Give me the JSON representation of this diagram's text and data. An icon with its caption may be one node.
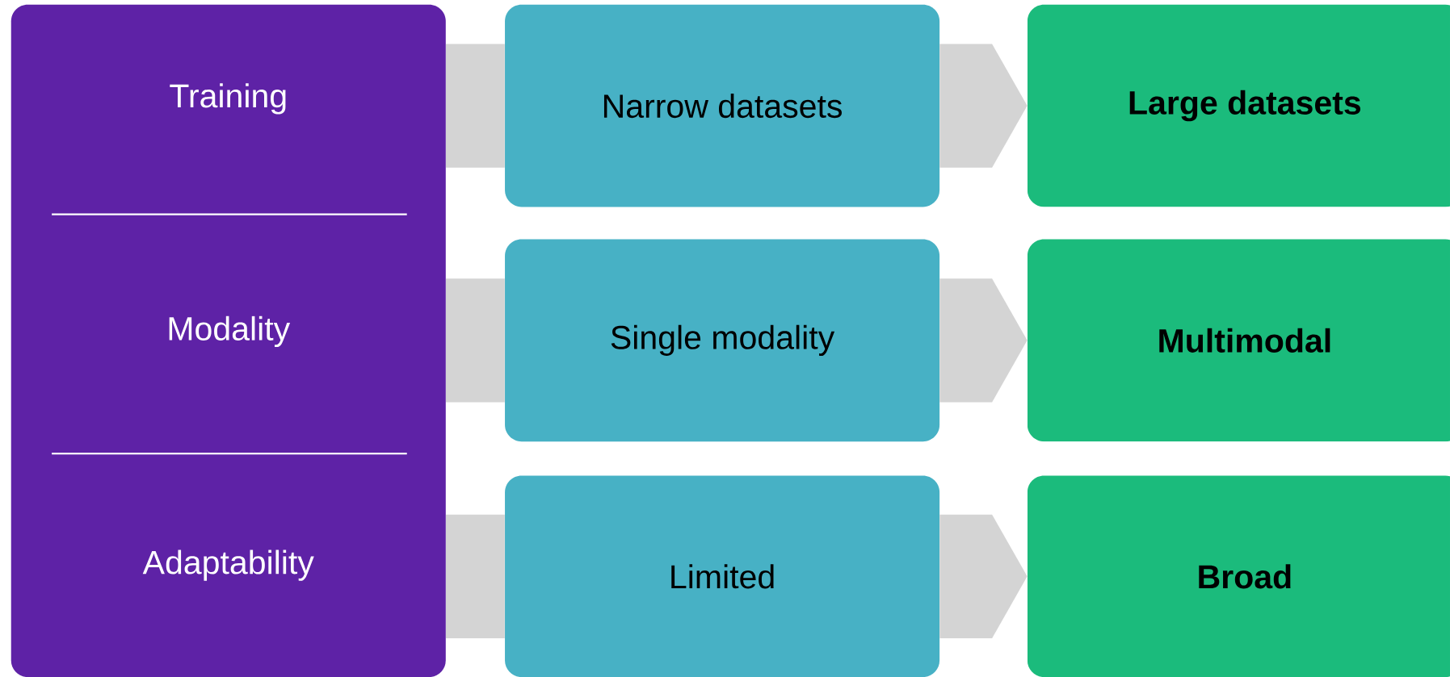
{
  "diagram": {
    "nodes": [
      {
        "text": [],
        "shape": "box"
      },
      {
        "text": [
          "Training"
        ],
        "in": 0
      },
      {
        "text": [
          "Modality"
        ],
        "in": 0
      },
      {
        "text": [
          "Adaptability"
        ],
        "in": 0
      },
      {
        "text": [
          "Narrow datasets"
        ]
      },
      {
        "text": [
          "Single modality"
        ]
      },
      {
        "text": [
          "Limited"
        ]
      },
      {
        "text": [
          "Large datasets"
        ]
      },
      {
        "text": [
          "Multimodal"
        ]
      },
      {
        "text": [
          "Broad"
        ]
      }
    ],
    "edges": [
      {
        "from": 0,
        "to": 4,
        "arrow": "none"
      },
      {
        "from": 0,
        "to": 5,
        "arrow": "none"
      },
      {
        "from": 0,
        "to": 6,
        "arrow": "none"
      },
      {
        "from": 4,
        "to": 7,
        "arrow": "to"
      },
      {
        "from": 5,
        "to": 8,
        "arrow": "to"
      },
      {
        "from": 6,
        "to": 9,
        "arrow": "to"
      }
    ]
  }
}
